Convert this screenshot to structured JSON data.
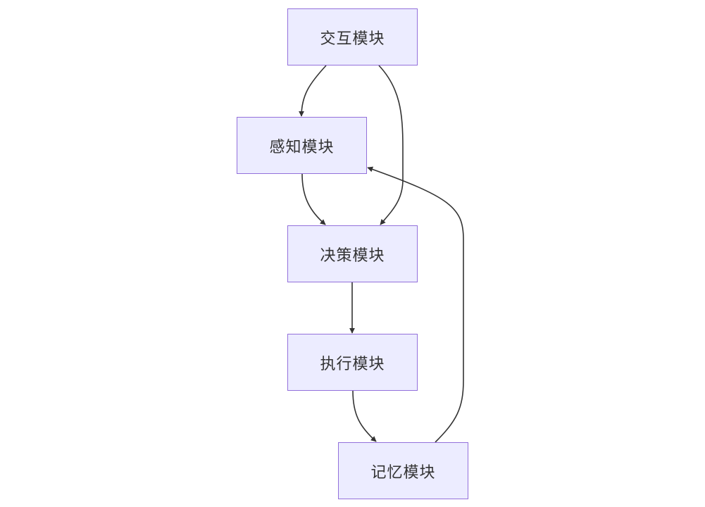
{
  "diagram": {
    "type": "flowchart",
    "colors": {
      "node_fill": "#ECECFF",
      "node_border": "#9370DB",
      "edge": "#333333",
      "text": "#333333"
    },
    "nodes": {
      "interaction": {
        "label": "交互模块"
      },
      "perception": {
        "label": "感知模块"
      },
      "decision": {
        "label": "决策模块"
      },
      "execution": {
        "label": "执行模块"
      },
      "memory": {
        "label": "记忆模块"
      }
    },
    "edges": [
      {
        "from": "interaction",
        "to": "perception"
      },
      {
        "from": "interaction",
        "to": "decision"
      },
      {
        "from": "perception",
        "to": "decision"
      },
      {
        "from": "decision",
        "to": "execution"
      },
      {
        "from": "execution",
        "to": "memory"
      },
      {
        "from": "memory",
        "to": "perception"
      }
    ]
  }
}
